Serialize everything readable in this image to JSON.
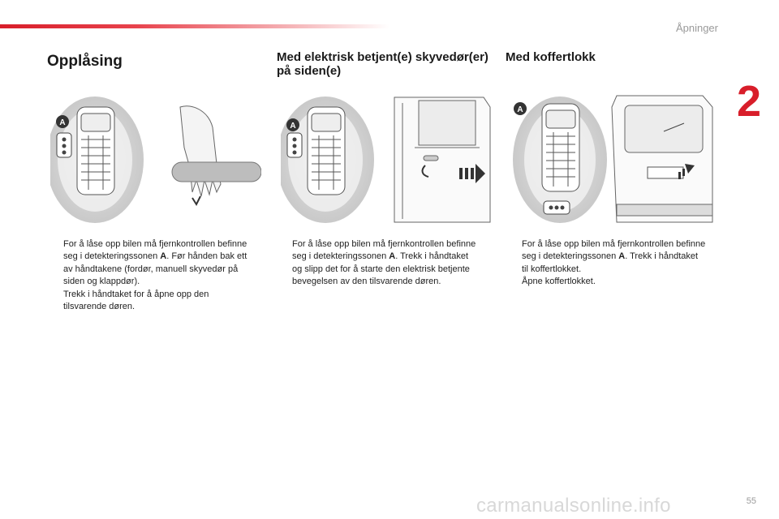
{
  "header": {
    "section": "Åpninger",
    "chapter": "2"
  },
  "columns": [
    {
      "title": "Opplåsing",
      "zone_label": "A",
      "bullets": [
        {
          "pre": "For å låse opp bilen må fjernkontrollen befinne seg i detekteringssonen ",
          "bold": "A",
          "post": ". Før hånden bak ett av håndtakene (fordør, manuell skyvedør på siden og klappdør)."
        },
        {
          "pre": "Trekk i håndtaket for å åpne opp den tilsvarende døren.",
          "bold": "",
          "post": ""
        }
      ]
    },
    {
      "title": "Med elektrisk betjent(e) skyvedør(er) på siden(e)",
      "zone_label": "A",
      "bullets": [
        {
          "pre": "For å låse opp bilen må fjernkontrollen befinne seg i detekteringssonen ",
          "bold": "A",
          "post": ". Trekk i håndtaket og slipp det for å starte den elektrisk betjente bevegelsen av den tilsvarende døren."
        }
      ]
    },
    {
      "title": "Med koffertlokk",
      "zone_label": "A",
      "bullets": [
        {
          "pre": "For å låse opp bilen må fjernkontrollen befinne seg i detekteringssonen ",
          "bold": "A",
          "post": ". Trekk i håndtaket til koffertlokket."
        },
        {
          "pre": "Åpne koffertlokket.",
          "bold": "",
          "post": ""
        }
      ]
    }
  ],
  "bullet_mark": "",
  "footer": {
    "page_number": "55",
    "watermark": "carmanualsonline.info"
  }
}
